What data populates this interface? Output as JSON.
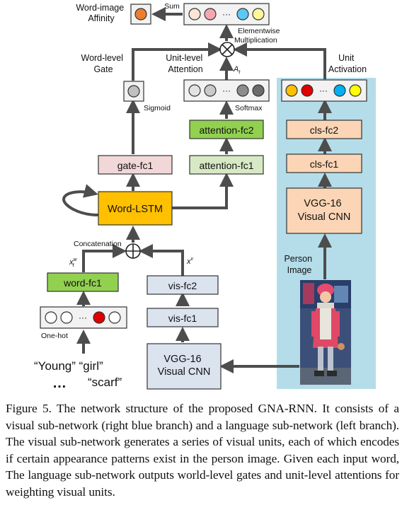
{
  "diagram": {
    "word_image_affinity": "Word-image\nAffinity",
    "sum": "Sum",
    "elementwise": "Elementwise\nMultiplication",
    "word_level_gate": "Word-level\nGate",
    "unit_level_attention": "Unit-level\nAttention",
    "unit_activation": "Unit\nActivation",
    "a_t": "A",
    "a_t_sub": "t",
    "sigmoid": "Sigmoid",
    "softmax": "Softmax",
    "attention_fc2": "attention-fc2",
    "attention_fc1": "attention-fc1",
    "gate_fc1": "gate-fc1",
    "word_lstm": "Word-LSTM",
    "concatenation": "Concatenation",
    "x_w": "x",
    "x_w_sub": "t",
    "x_w_sup": "w",
    "x_v": "x",
    "x_v_sup": "v",
    "word_fc1": "word-fc1",
    "vis_fc2": "vis-fc2",
    "vis_fc1": "vis-fc1",
    "one_hot": "One-hot",
    "words_line1": "“Young” “girl”",
    "words_dots": "…",
    "words_line2": "“scarf”",
    "vgg_left": "VGG-16\nVisual CNN",
    "vgg_right": "VGG-16\nVisual CNN",
    "cls_fc2": "cls-fc2",
    "cls_fc1": "cls-fc1",
    "person_image": "Person\nImage",
    "ellipsis": "···",
    "colors": {
      "blue_panel": "#b4dde9",
      "orange": "#ffc000",
      "green": "#92d050",
      "light_green": "#d7e9c4",
      "pink": "#f2d7d8",
      "salmon": "#fbd5b5",
      "lavender": "#dbe3ef",
      "arrow": "#4d4d4d"
    }
  },
  "caption": {
    "label": "Figure 5.",
    "text": "The network structure of the proposed GNA-RNN. It consists of a visual sub-network (right blue branch) and a language sub-network (left branch). The visual sub-network generates a series of visual units, each of which encodes if certain appearance patterns exist in the person image. Given each input word, The language sub-network outputs world-level gates and unit-level attentions for weighting visual units."
  }
}
